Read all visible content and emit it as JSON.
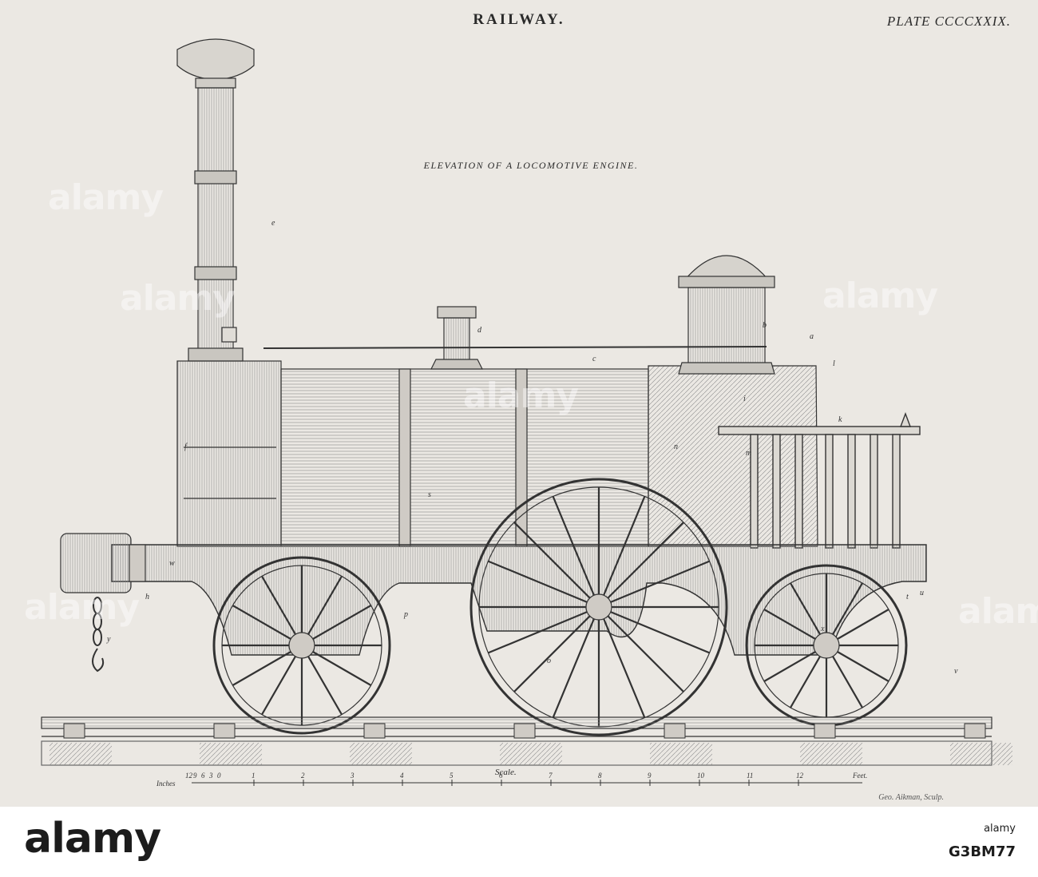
{
  "header": {
    "title": "RAILWAY.",
    "plate": "PLATE CCCCXXIX."
  },
  "caption": "ELEVATION OF A LOCOMOTIVE ENGINE.",
  "part_labels": [
    "a",
    "b",
    "c",
    "d",
    "e",
    "f",
    "h",
    "i",
    "k",
    "l",
    "m",
    "n",
    "o",
    "p",
    "s",
    "t",
    "u",
    "v",
    "w",
    "x",
    "y"
  ],
  "scale": {
    "caption": "Scale.",
    "inches_label": "Inches",
    "inch_ticks": [
      "12",
      "9",
      "6",
      "3",
      "0"
    ],
    "feet_ticks": [
      "1",
      "2",
      "3",
      "4",
      "5",
      "6",
      "7",
      "8",
      "9",
      "10",
      "11",
      "12"
    ],
    "feet_label": "Feet."
  },
  "engraver": "Geo. Aikman, Sculp.",
  "watermark": {
    "text": "alamy"
  },
  "footer": {
    "site": "alamy",
    "code": "G3BM77",
    "logo": "alamy"
  }
}
